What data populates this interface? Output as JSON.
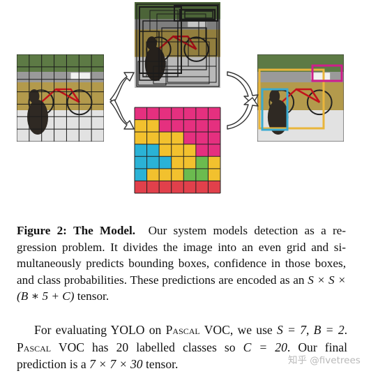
{
  "figure": {
    "grid_size": 7,
    "palette": {
      "sky": "#c9d3c6",
      "foliage": "#5d7a45",
      "road": "#9a9a9a",
      "wall": "#b39a4c",
      "floor": "#e2e2e2",
      "dog": "#2f2923",
      "bike": "#c2121c",
      "box_dark": "#1b1b1b",
      "box_yellow": "#e9b53c",
      "box_cyan": "#3aaad1",
      "box_magenta": "#cf1e8a",
      "class_magenta": "#e5307f",
      "class_yellow": "#f2c12e",
      "class_cyan": "#2ab2d6",
      "class_green": "#6bbb4f",
      "class_red": "#e1404b"
    },
    "class_map": [
      [
        "M",
        "M",
        "M",
        "M",
        "M",
        "M",
        "M"
      ],
      [
        "Y",
        "Y",
        "M",
        "M",
        "M",
        "M",
        "M"
      ],
      [
        "Y",
        "Y",
        "Y",
        "Y",
        "M",
        "M",
        "M"
      ],
      [
        "C",
        "C",
        "Y",
        "Y",
        "Y",
        "M",
        "M"
      ],
      [
        "C",
        "C",
        "C",
        "Y",
        "Y",
        "G",
        "Y"
      ],
      [
        "C",
        "Y",
        "Y",
        "Y",
        "G",
        "G",
        "Y"
      ],
      [
        "R",
        "R",
        "R",
        "R",
        "R",
        "R",
        "R"
      ]
    ]
  },
  "caption": {
    "label": "Figure 2:",
    "title": "The Model.",
    "text_a": "Our system models detection as a re-gression problem. It divides the image into an even grid and si-multaneously predicts bounding boxes, confidence in those boxes, and class probabilities. These predictions are encoded as an ",
    "formula": "S × S × (B ∗ 5 + C)",
    "text_b": " tensor."
  },
  "paragraph": {
    "t1": "For evaluating YOLO on ",
    "pascal1": "Pascal",
    "t2": " VOC, we use ",
    "s_eq": "S = 7",
    "t3": ", ",
    "b_eq": "B = 2",
    "t4": ". ",
    "pascal2": "Pascal",
    "t5": " VOC has 20 labelled classes so ",
    "c_eq": "C = 20",
    "t6": ". Our final prediction is a ",
    "tensor": "7 × 7 × 30",
    "t7": " tensor."
  },
  "watermark": "知乎 @fivetrees"
}
